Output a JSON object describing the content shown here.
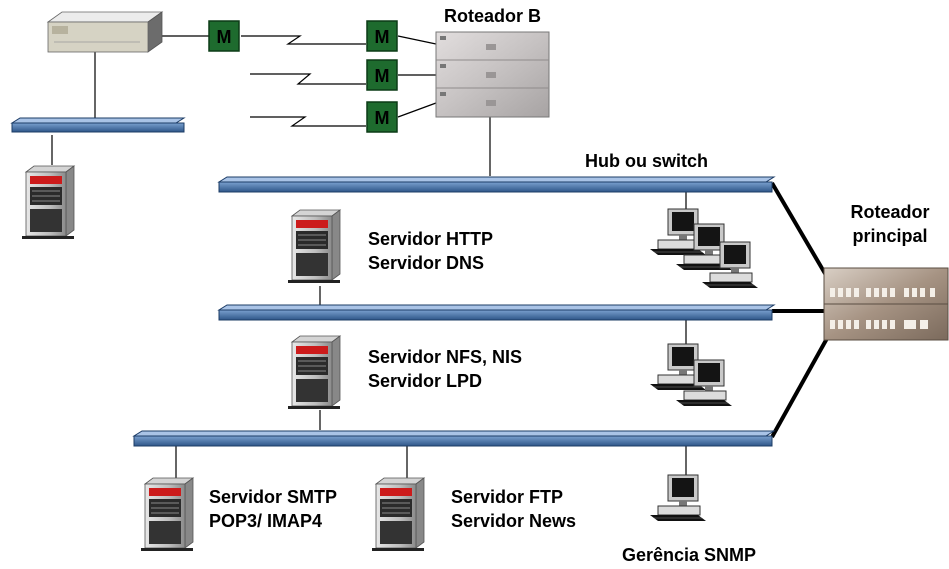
{
  "labels": {
    "roteador_b": "Roteador B",
    "hub": "Hub ou switch",
    "roteador_principal_1": "Roteador",
    "roteador_principal_2": "principal",
    "http_1": "Servidor HTTP",
    "http_2": "Servidor DNS",
    "nfs_1": "Servidor NFS, NIS",
    "nfs_2": "Servidor LPD",
    "smtp_1": "Servidor SMTP",
    "smtp_2": "POP3/ IMAP4",
    "ftp_1": "Servidor FTP",
    "ftp_2": "Servidor News",
    "snmp": "Gerência SNMP"
  },
  "modem_letter": "M",
  "colors": {
    "modem": "#1e6b2e",
    "segment": "#3f6fa6",
    "segment_edge": "#1c3c66",
    "server_red": "#cc1b1b"
  }
}
